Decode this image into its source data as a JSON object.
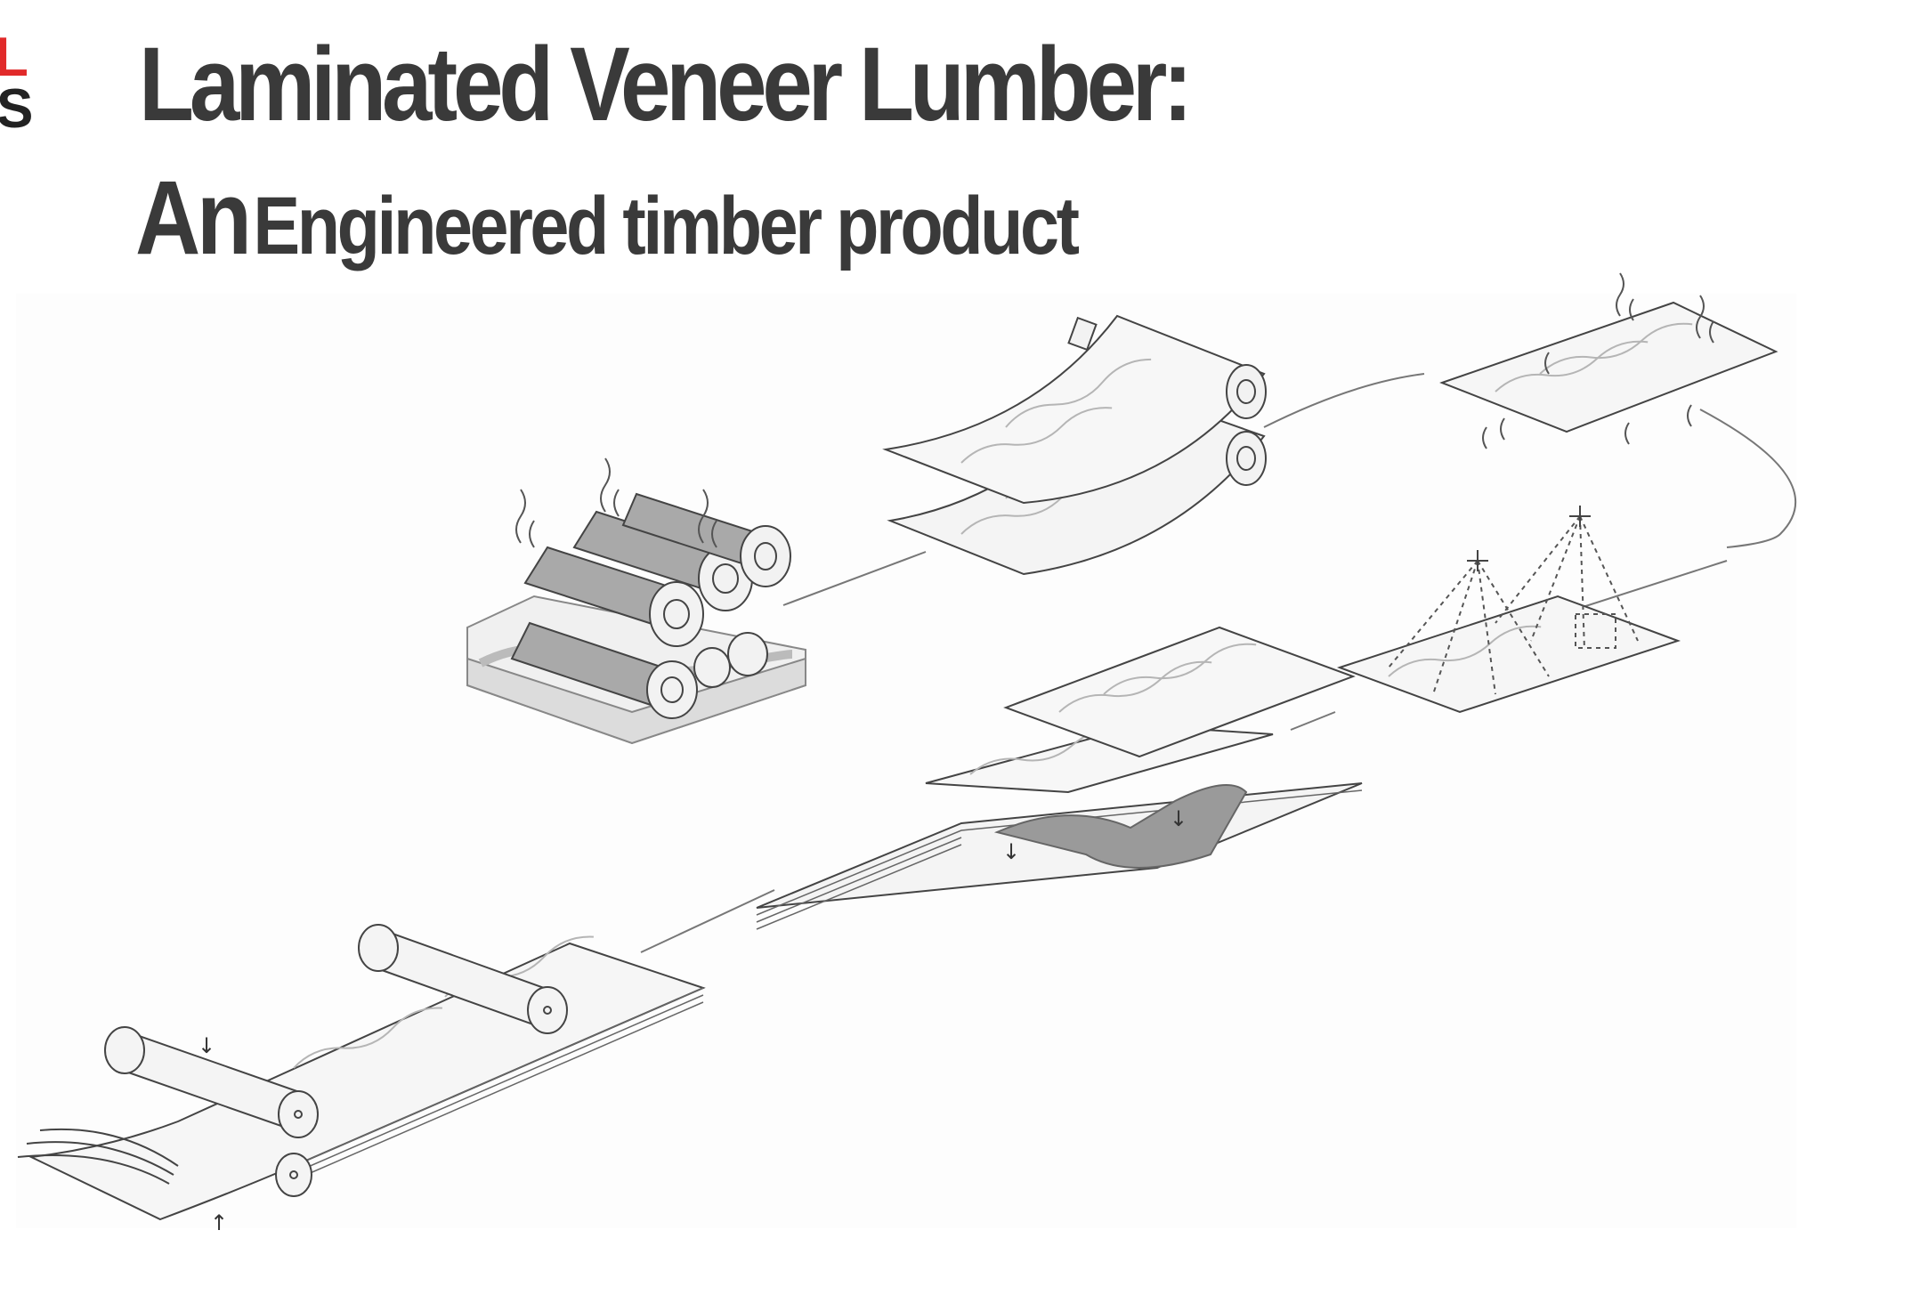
{
  "header": {
    "title_line1": "Laminated Veneer Lumber:",
    "title_line2_big": "An",
    "title_line2_small": "Engineered timber product"
  },
  "logo": {
    "letter_top": "L",
    "letter_bottom": "S",
    "accent_color": "#e12a2a"
  },
  "diagram": {
    "arrow_glyph_down": "↓",
    "arrow_glyph_up": "↑",
    "stroke_color": "#555555",
    "fill_light": "#f3f3f3",
    "fill_dark": "#9a9a9a"
  }
}
